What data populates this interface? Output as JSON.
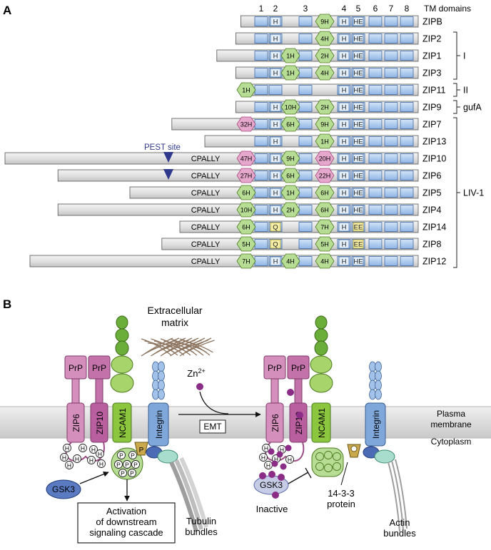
{
  "panel_a": {
    "label": "A",
    "tm_header": "TM domains",
    "tm_numbers": [
      "1",
      "2",
      "3",
      "4",
      "5",
      "6",
      "7",
      "8"
    ],
    "pest_label": "PEST site",
    "groups": [
      {
        "label": "I"
      },
      {
        "label": "II"
      },
      {
        "label": "gufA"
      },
      {
        "label": "LIV-1"
      }
    ],
    "rows": [
      {
        "name": "ZIPB",
        "tail": 0.09,
        "cpally": "",
        "pest": false,
        "b1": "",
        "b2": "",
        "b3": "9H",
        "tm2": "H",
        "tm4": "H",
        "tm5": "HE"
      },
      {
        "name": "ZIP2",
        "tail": 0.14,
        "cpally": "",
        "pest": false,
        "b1": "",
        "b2": "",
        "b3": "4H",
        "tm2": "H",
        "tm4": "H",
        "tm5": "HE"
      },
      {
        "name": "ZIP1",
        "tail": 0.33,
        "cpally": "",
        "pest": false,
        "b1": "",
        "b2": "1H",
        "b3": "2H",
        "tm2": "H",
        "tm4": "H",
        "tm5": "HE"
      },
      {
        "name": "ZIP3",
        "tail": 0.14,
        "cpally": "",
        "pest": false,
        "b1": "",
        "b2": "1H",
        "b3": "4H",
        "tm2": "H",
        "tm4": "H",
        "tm5": "HE"
      },
      {
        "name": "ZIP11",
        "tail": 0,
        "cpally": "",
        "pest": false,
        "b1": "1H",
        "b2": "",
        "b3": "",
        "tm2": "",
        "tm4": "H",
        "tm5": "HE"
      },
      {
        "name": "ZIP9",
        "tail": 0.14,
        "cpally": "",
        "pest": false,
        "b1": "",
        "b2": "10H",
        "b3": "2H",
        "tm2": "H",
        "tm4": "H",
        "tm5": "HE"
      },
      {
        "name": "ZIP7",
        "tail": 0.78,
        "cpally": "",
        "pest": false,
        "b1": "32H",
        "b2": "6H",
        "b3": "9H",
        "tm2": "H",
        "tm4": "H",
        "tm5": "HE"
      },
      {
        "name": "ZIP13",
        "tail": 0.45,
        "cpally": "",
        "pest": false,
        "b1": "",
        "b2": "",
        "b3": "1H",
        "tm2": "H",
        "tm4": "H",
        "tm5": "HE"
      },
      {
        "name": "ZIP10",
        "tail": 2.45,
        "cpally": "CPALLY",
        "pest": true,
        "b1": "47H",
        "b2": "9H",
        "b3": "20H",
        "tm2": "H",
        "tm4": "H",
        "tm5": "HE"
      },
      {
        "name": "ZIP6",
        "tail": 1.92,
        "cpally": "CPALLY",
        "pest": true,
        "b1": "27H",
        "b2": "6H",
        "b3": "22H",
        "tm2": "H",
        "tm4": "H",
        "tm5": "HE"
      },
      {
        "name": "ZIP5",
        "tail": 1.2,
        "cpally": "CPALLY",
        "pest": false,
        "b1": "6H",
        "b2": "1H",
        "b3": "6H",
        "tm2": "H",
        "tm4": "H",
        "tm5": "HE"
      },
      {
        "name": "ZIP4",
        "tail": 1.92,
        "cpally": "CPALLY",
        "pest": false,
        "b1": "10H",
        "b2": "2H",
        "b3": "6H",
        "tm2": "H",
        "tm4": "H",
        "tm5": "HE"
      },
      {
        "name": "ZIP14",
        "tail": 0.7,
        "cpally": "CPALLY",
        "pest": false,
        "b1": "6H",
        "b2": "",
        "b3": "7H",
        "tm2": "Q",
        "tm4": "H",
        "tm5": "EE"
      },
      {
        "name": "ZIP8",
        "tail": 0.88,
        "cpally": "CPALLY",
        "pest": false,
        "b1": "5H",
        "b2": "",
        "b3": "5H",
        "tm2": "Q",
        "tm4": "H",
        "tm5": "EE"
      },
      {
        "name": "ZIP12",
        "tail": 2.2,
        "cpally": "CPALLY",
        "pest": false,
        "b1": "7H",
        "b2": "4H",
        "b3": "4H",
        "tm2": "H",
        "tm4": "H",
        "tm5": "HE"
      }
    ]
  },
  "panel_b": {
    "label": "B",
    "extracellular": "Extracellular\nmatrix",
    "zn": "Zn",
    "zn_charge": "2+",
    "prp": "PrP",
    "zip6": "ZIP6",
    "zip10": "ZIP10",
    "ncam1": "NCAM1",
    "integrin": "Integrin",
    "emt": "EMT",
    "plasma_membrane": "Plasma\nmembrane",
    "cytoplasm": "Cytoplasm",
    "gsk3": "GSK3",
    "inactive": "Inactive",
    "protein_1433": "14-3-3\nprotein",
    "activation": "Activation\nof downstream\nsignaling cascade",
    "tubulin": "Tubulin\nbundles",
    "actin": "Actin\nbundles",
    "h": "H",
    "p": "P"
  },
  "colors": {
    "membrane": "#d9d9d9",
    "tm_box": "#a9c7ec",
    "zip_pink": "#d58fbd",
    "ncam_green": "#8cc63f",
    "integrin_blue": "#7fa7d9",
    "hexagon_green": "#b7dd95",
    "hexagon_pink": "#e6a7cc",
    "zinc": "#8b2d86",
    "yellow_box": "#f7efa6"
  }
}
